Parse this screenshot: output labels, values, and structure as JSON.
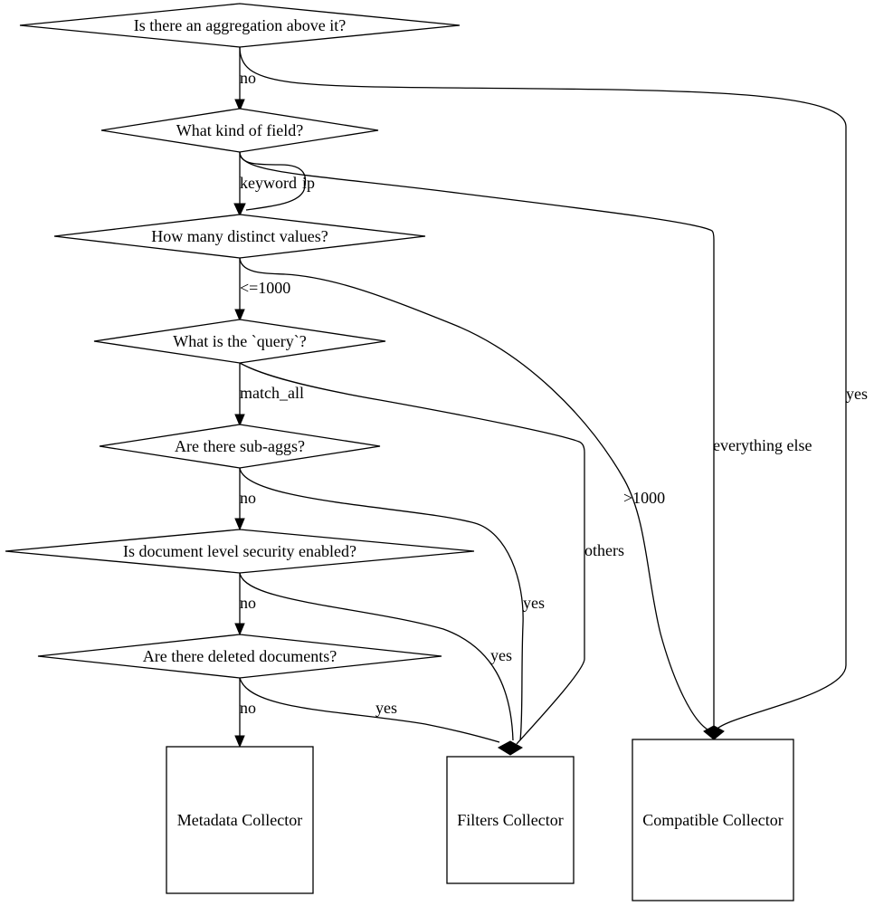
{
  "nodes": {
    "aggregation_above": "Is there an aggregation above it?",
    "field_kind": "What kind of field?",
    "distinct_values": "How many distinct values?",
    "query": "What is the `query`?",
    "sub_aggs": "Are there sub-aggs?",
    "dls": "Is document level security enabled?",
    "deleted_docs": "Are there deleted documents?",
    "metadata_collector": "Metadata Collector",
    "filters_collector": "Filters Collector",
    "compatible_collector": "Compatible Collector"
  },
  "edges": {
    "aggregation_no": "no",
    "aggregation_yes": "yes",
    "field_keyword": "keyword",
    "field_ip": "ip",
    "field_everything_else": "everything else",
    "distinct_le1000": "<=1000",
    "distinct_gt1000": ">1000",
    "query_match_all": "match_all",
    "query_others": "others",
    "subaggs_no": "no",
    "subaggs_yes": "yes",
    "dls_no": "no",
    "dls_yes": "yes",
    "deleted_no": "no",
    "deleted_yes": "yes"
  }
}
